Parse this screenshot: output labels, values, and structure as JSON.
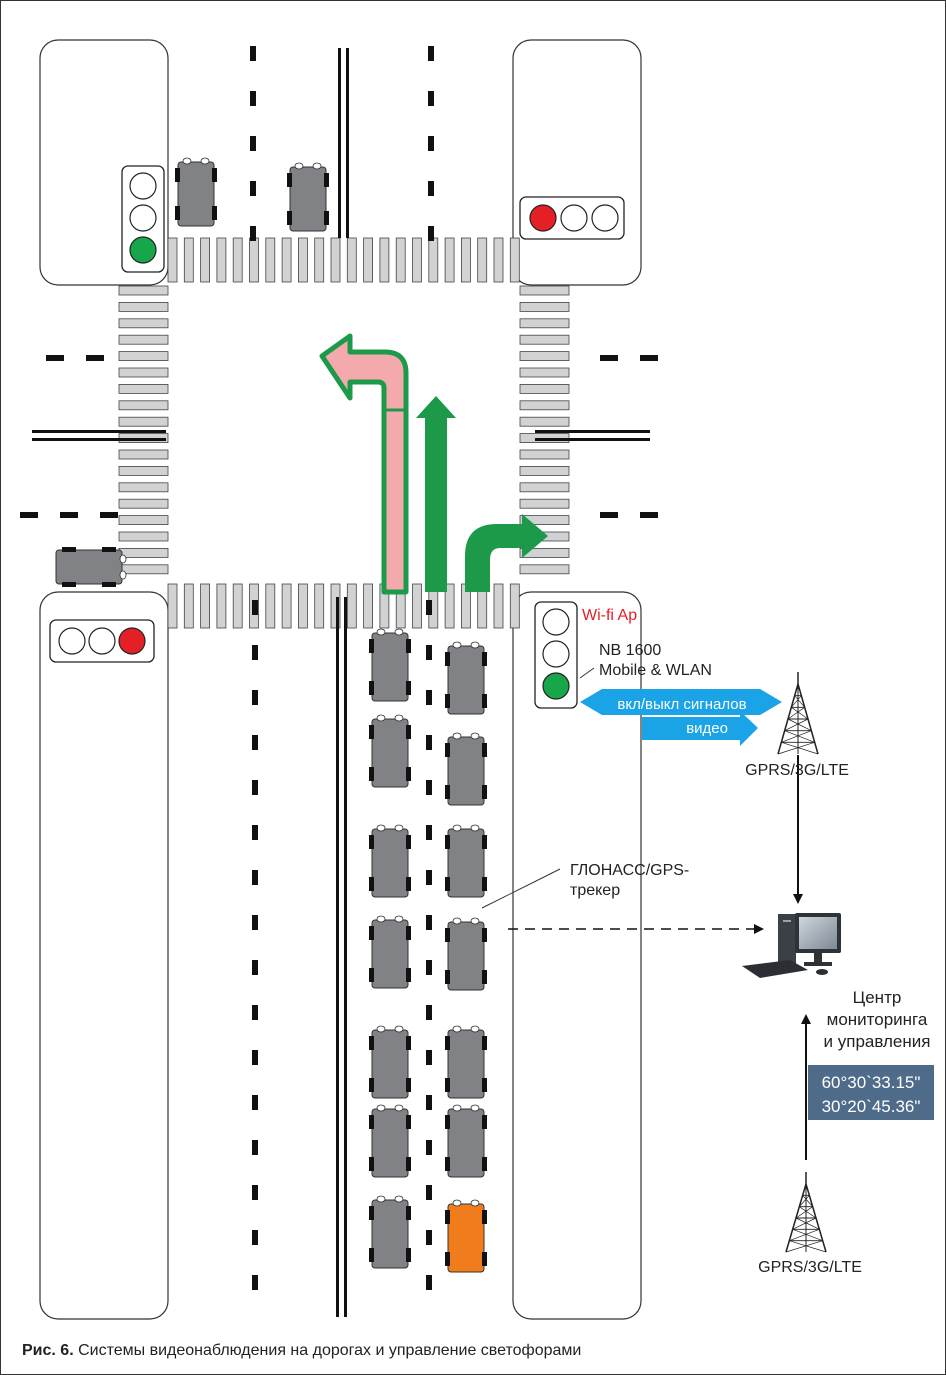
{
  "labels": {
    "wifi": "Wi-fi Ap",
    "router_model": "NB 1600",
    "router_desc": "Mobile & WLAN",
    "signal_arrow": "вкл/выкл сигналов",
    "video_arrow": "видео",
    "tower_top": "GPRS/3G/LTE",
    "center_line1": "Центр",
    "center_line2": "мониторинга",
    "center_line3": "и управления",
    "coord_lat": "60°30`33.15\"",
    "coord_lon": "30°20`45.36\"",
    "tracker_line1": "ГЛОНАСС/GPS-",
    "tracker_line2": "трекер",
    "tower_bottom": "GPRS/3G/LTE"
  },
  "caption": {
    "prefix": "Рис. 6.",
    "text": " Системы видеонаблюдения на дорогах и управление светофорами"
  },
  "colors": {
    "signal_red": "#e41f26",
    "signal_green": "#17a64a",
    "arrow_green": "#1c9a49",
    "arrow_pink": "#f4a9ad",
    "arrow_blue": "#1aa3e6",
    "tracker_car": "#f07c1c",
    "car_gray": "#808285",
    "coord_box": "#4f6b8a"
  },
  "traffic_lights": [
    {
      "position": "top-left",
      "orientation": "vertical",
      "lit": "green"
    },
    {
      "position": "top-right",
      "orientation": "horizontal",
      "lit": "red"
    },
    {
      "position": "bottom-left",
      "orientation": "horizontal",
      "lit": "red"
    },
    {
      "position": "bottom-right",
      "orientation": "vertical",
      "lit": "green"
    }
  ],
  "icons": [
    "traffic-light-icon",
    "car-icon",
    "radio-tower-icon",
    "computer-icon",
    "turn-arrow-icon"
  ]
}
